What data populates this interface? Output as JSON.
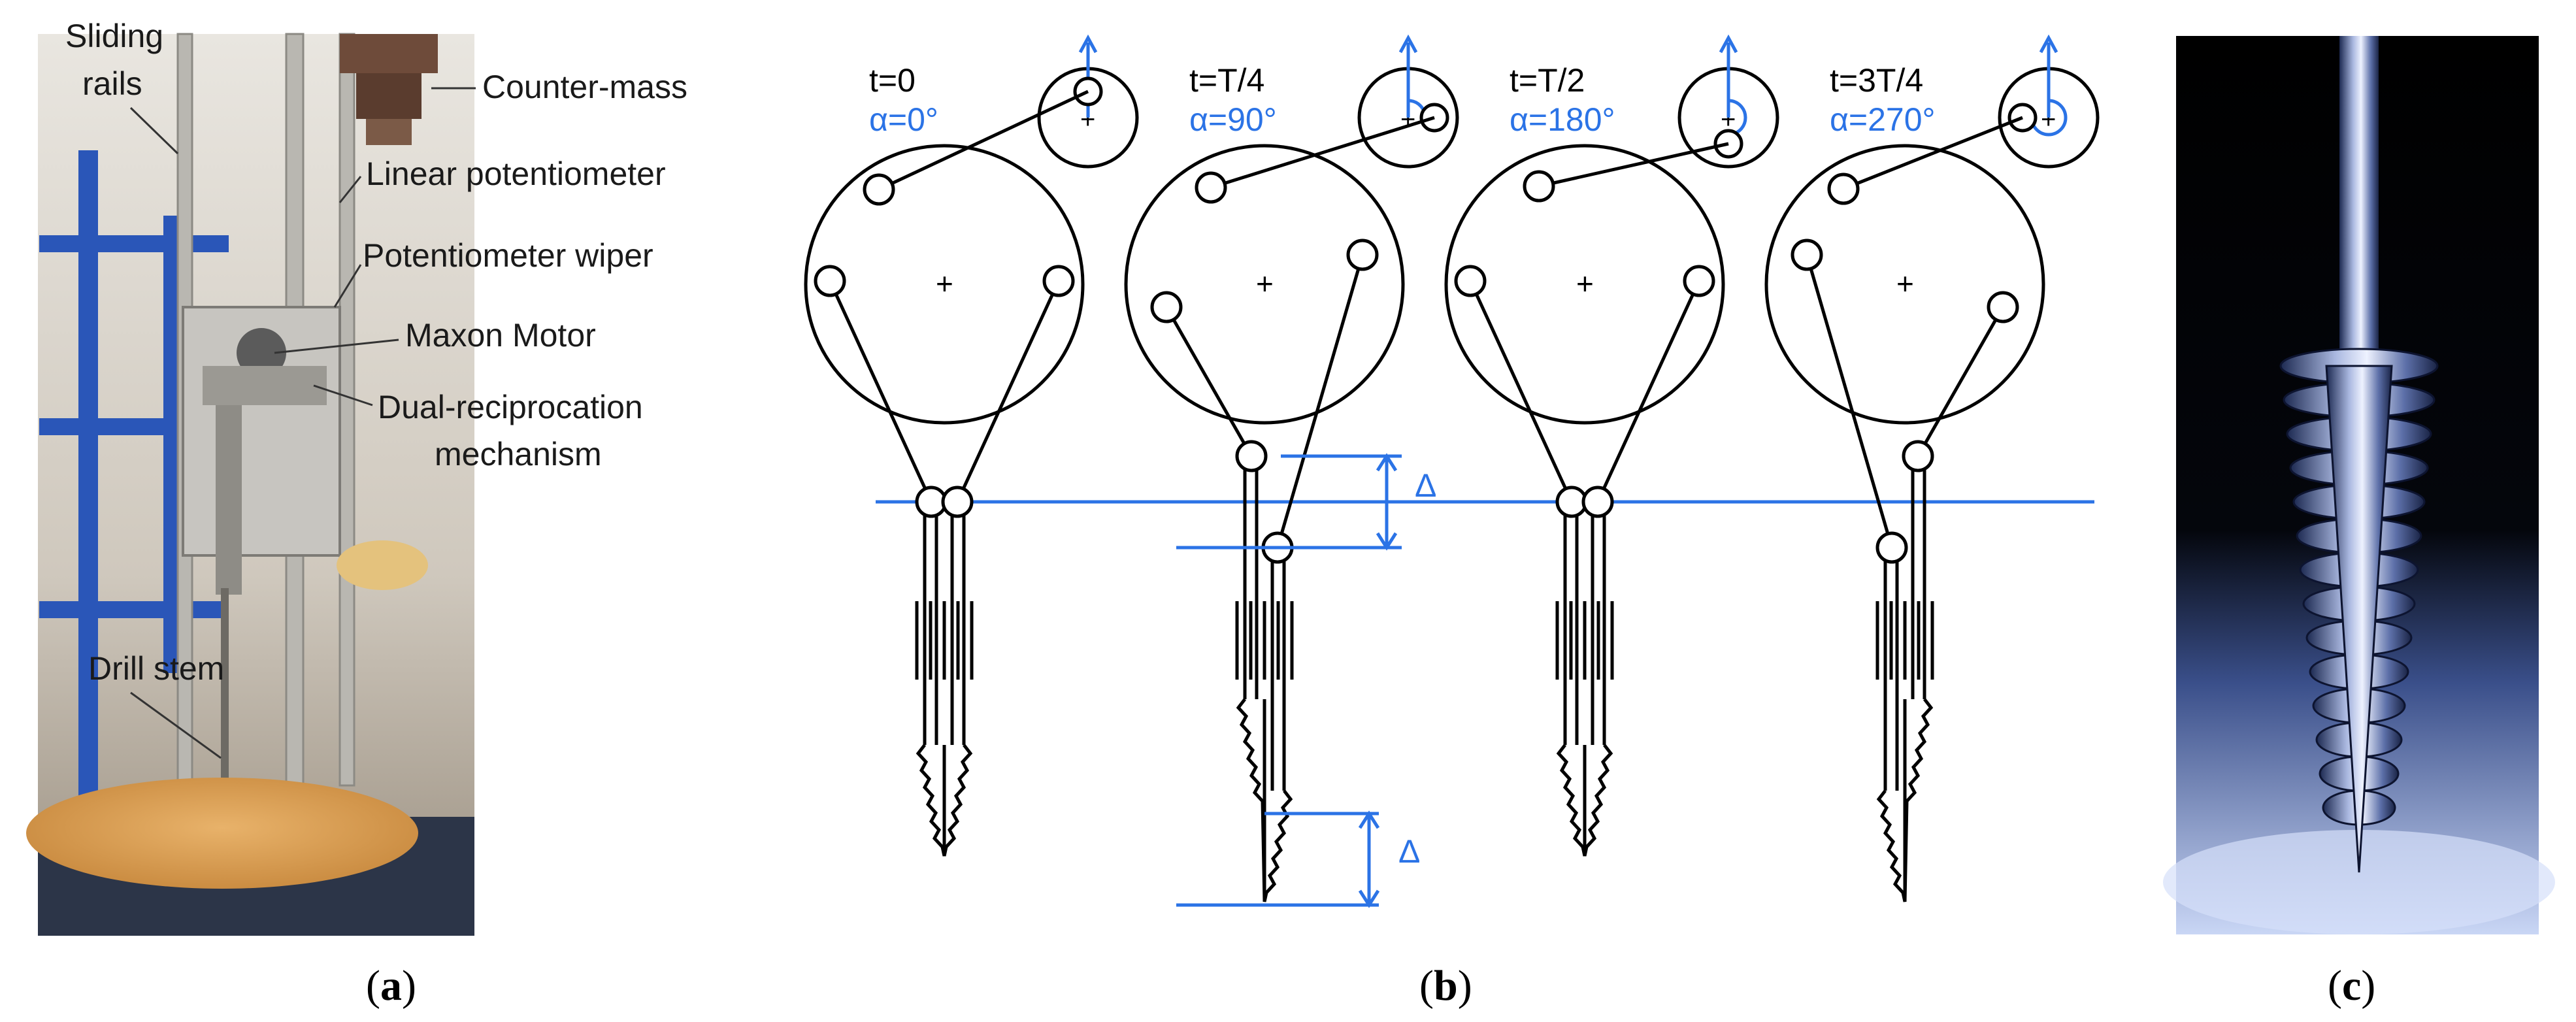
{
  "panel_a": {
    "labels": {
      "sliding": "Sliding",
      "rails": "rails",
      "counter_mass": "Counter-mass",
      "linear_pot": "Linear potentiometer",
      "pot_wiper": "Potentiometer wiper",
      "maxon": "Maxon Motor",
      "dual1": "Dual-reciprocation",
      "dual2": "mechanism",
      "drill_stem": "Drill stem"
    },
    "caption": "a"
  },
  "panel_b": {
    "stages": [
      {
        "t": "t=0",
        "alpha": "α=0°",
        "angle_deg": 0
      },
      {
        "t": "t=T/4",
        "alpha": "α=90°",
        "angle_deg": 90
      },
      {
        "t": "t=T/2",
        "alpha": "α=180°",
        "angle_deg": 180
      },
      {
        "t": "t=3T/4",
        "alpha": "α=270°",
        "angle_deg": 270
      }
    ],
    "delta_symbol": "Δ",
    "caption": "b"
  },
  "panel_c": {
    "caption": "c"
  },
  "colors": {
    "accent_blue": "#2b73e6",
    "sand": "#d9a05a",
    "rack_blue": "#2a56b8"
  }
}
